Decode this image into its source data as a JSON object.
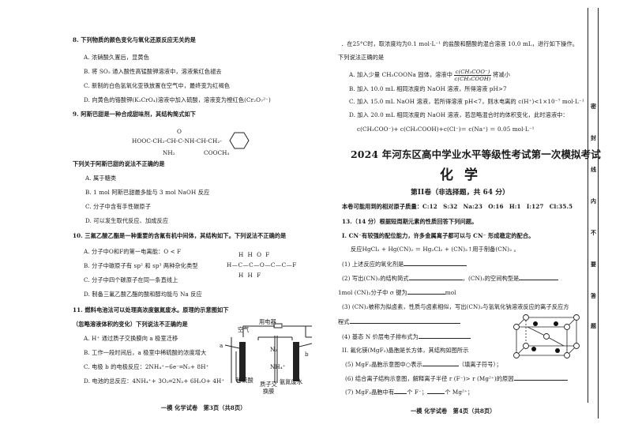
{
  "left_page": {
    "q8": {
      "stem": "8. 下列物质的颜色变化与氧化还原反应无关的是",
      "options": [
        "A. 浓硝酸久置后，显黄色",
        "B. 将 SO₂ 通入酸性高锰酸钾溶液中，溶液紫红色褪去",
        "C. 新制的白色氢氧化亚铁放置在空气中，最终变为红褐色",
        "D. 向黄色的铬酸钾(K₂CrO₄)溶液中加入硫酸，溶液变为橙红色(Cr₂O₇²⁻)"
      ]
    },
    "q9": {
      "stem": "9. 阿斯巴甜是一种合成甜味剂，其结构简式如下",
      "structure": {
        "main": "HOOC-CH₂-CH-C-NH-CH-CH₂-",
        "top": "O",
        "sub1": "NH₂",
        "sub2": "COOCH₃"
      },
      "question": "下列关于阿斯巴甜的说法不正确的是",
      "options": [
        "A. 属于糖类",
        "B. 1 mol 阿斯巴甜最多能与 3 mol NaOH 反应",
        "C. 分子中含有手性碳原子",
        "D. 可以发生取代反应、加成反应"
      ]
    },
    "q10": {
      "stem": "10. 三氟乙酸乙酯是一种重要的含氟有机中间体，其结构如下。下列说法不正确的是",
      "options": [
        "A. 分子中O和F的第一电离能：O < F",
        "B. 分子中碳原子有 sp² 和 sp³ 两种杂化类型",
        "C. 分子中四个碳原子在同一条直线上",
        "D. 制备三氟乙酸乙酯的酸和醇均能与 Na 反应"
      ],
      "structure": {
        "top": "H  H     O  F",
        "main": "H—C—C—O—C—C—F",
        "bottom": "H  H        F"
      }
    },
    "q11": {
      "stem": "11. 燃料电池法可以处理高浓度氨氮废水。原理的示意图如下",
      "stem2": "（忽略溶液体积的变化）下列说法不正确的是",
      "options": [
        "A. H⁺ 通过质子交换膜向 a 极室迁移",
        "B. 工作一段时间后，a 极室中稀硫酸的浓度增大",
        "C. 电极 b 的电极反应：2NH₄⁺−6e⁻═N₂+ 8H⁺",
        "D. 电池的总反应：4NH₄⁺+ 3O₂═2N₂+ 6H₂O+ 4H⁺"
      ],
      "diagram": {
        "air": "空气",
        "device": "用电器",
        "a": "a",
        "b": "b",
        "n2": "N₂",
        "nh4": "NH₄⁺",
        "acid": "稀硫酸",
        "membrane": "质子交换膜",
        "wastewater": "氨氮废水"
      }
    },
    "footer": "一模 化学试卷　第3页（共8页）"
  },
  "right_page": {
    "q12": {
      "stem": "．在25°C时，取浓度均为0.1 mol·L⁻¹ 的盐酸和醋酸的混合溶液 10.0 mL，进行如下操作。",
      "stem2": "下列说法正确的是",
      "optA_pre": "A. 加入少量 CH₃COONa 固体，溶液中",
      "optA_num": "c(CH₃COO⁻)",
      "optA_den": "c(CH₃COOH)",
      "optA_post": "将减小",
      "options": [
        "B. 加入 10.0 mL 相同浓度的 NaOH 溶液，所得溶液 pH>7",
        "C. 加入 15.0 mL NaOH 溶液，若所得溶液 pH<7，则水电离的 c(H⁺)<1×10⁻⁷ mol·L⁻¹",
        "D. 加入 20.0 mL 相同浓度的 NaOH 溶液，若忽略混合时的体积变化，此时溶液中："
      ],
      "optD_cont": "c(CH₃COO⁻)+ c(CH₃COOH)+c(Cl⁻)＝ c(Na⁺) ＝ 0.05 mol·L⁻¹"
    },
    "exam_title": "2024 年河东区高中学业水平等级性考试第一次模拟考试",
    "subject": "化学",
    "section": "第II卷（非选择题，共 64 分）",
    "atomic_masses": "本卷可能用到的相对原子质量：C:12　S:32　Na:23　O:16　H:1　I:127　Cl:35.5",
    "q13": {
      "stem": "13.（14 分）根据短周期元素的性质回答下列问题。",
      "part1": "I. CN⁻有较强的配位能力，许多金属离子都可以与 CN⁻ 形成稳定的配合。",
      "reaction": "反应HgCl₂ + Hg(CN)₂ ＝ Hg₂Cl₂ + (CN)₂↑用于制备(CN)₂ 。",
      "s1": "(1) 上述反应的氧化剂是",
      "s2a": "(2) 写出(CN)₂的结构简式",
      "s2b": "，(CN)₂的空间构型是",
      "s2c_pre": "1mol (CN)₂分子中 σ 键为",
      "s2c_post": "mol",
      "s3": "(3) (CN)₂被称为拟卤素，性质与卤素相似，写出(CN)₂与氢氧化钠溶液反应的离子反应方",
      "s3b": "程式",
      "s4": "(4) 基态 N 价层电子排布式为",
      "part2": "II. 氟化镁(MgF₂)晶胞是长方体，其结构如图所示",
      "s5_pre": "(5) MgF₂晶胞示意图中○表示",
      "s5_post": "（填离子符号）；",
      "s6": "(6) 结合离子结构示意图，解释离子半径 r (F⁻)> r (Mg²⁺)的原因",
      "s7_pre": "(7) MgF₂晶胞中有",
      "s7_mid": "个 F⁻；",
      "s7_post": "个 Mg²⁺；"
    },
    "footer": "一模 化学试卷　第4页（共8页）"
  },
  "binding_margin": [
    "密",
    "封",
    "线",
    "内",
    "不",
    "要",
    "答",
    "题"
  ]
}
